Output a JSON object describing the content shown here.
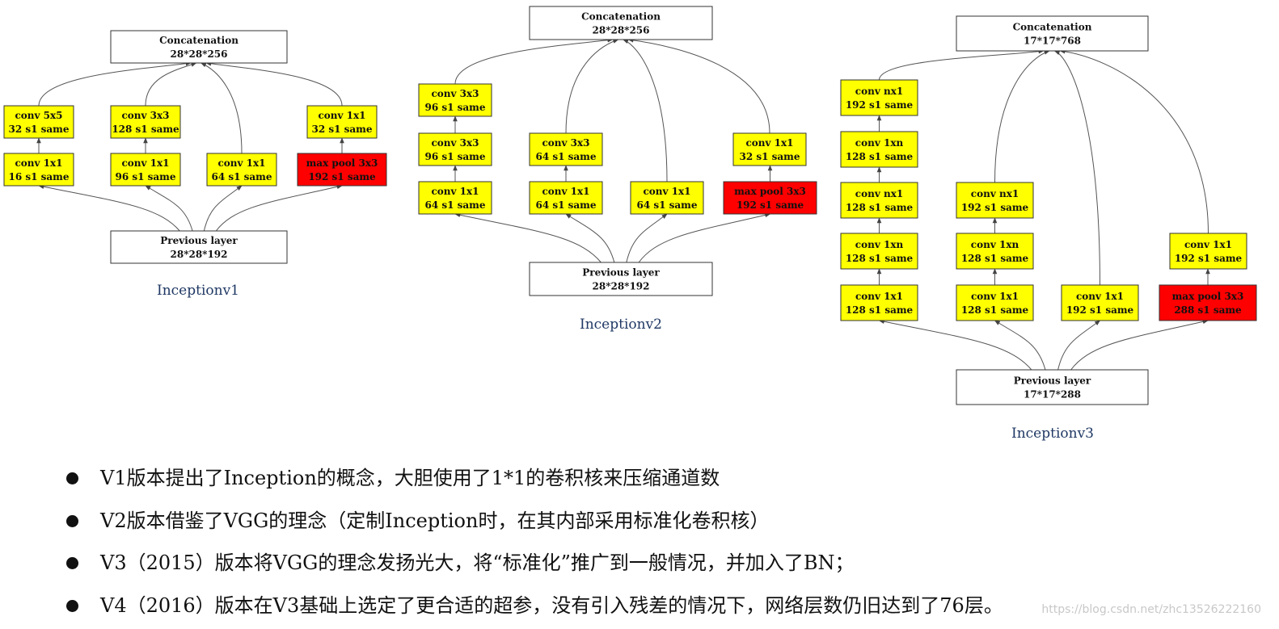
{
  "colors": {
    "conv": "#ffff00",
    "pool": "#ff0000",
    "plain": "#ffffff"
  },
  "diagrams": [
    {
      "id": "v1",
      "caption": "Inceptionv1",
      "boxes": [
        {
          "id": "cat",
          "l1": "Concatenation",
          "l2": "28*28*256",
          "kind": "plain"
        },
        {
          "id": "prev",
          "l1": "Previous layer",
          "l2": "28*28*192",
          "kind": "plain"
        },
        {
          "id": "a1",
          "l1": "conv  1x1",
          "l2": "16 s1 same",
          "kind": "conv"
        },
        {
          "id": "a2",
          "l1": "conv  5x5",
          "l2": "32 s1 same",
          "kind": "conv"
        },
        {
          "id": "b1",
          "l1": "conv  1x1",
          "l2": "96 s1 same",
          "kind": "conv"
        },
        {
          "id": "b2",
          "l1": "conv  3x3",
          "l2": "128 s1 same",
          "kind": "conv"
        },
        {
          "id": "c1",
          "l1": "conv  1x1",
          "l2": "64 s1 same",
          "kind": "conv"
        },
        {
          "id": "d1",
          "l1": "max pool  3x3",
          "l2": "192 s1 same",
          "kind": "pool"
        },
        {
          "id": "d2",
          "l1": "conv  1x1",
          "l2": "32 s1 same",
          "kind": "conv"
        }
      ]
    },
    {
      "id": "v2",
      "caption": "Inceptionv2",
      "boxes": [
        {
          "id": "cat",
          "l1": "Concatenation",
          "l2": "28*28*256",
          "kind": "plain"
        },
        {
          "id": "prev",
          "l1": "Previous layer",
          "l2": "28*28*192",
          "kind": "plain"
        },
        {
          "id": "a1",
          "l1": "conv  1x1",
          "l2": "64 s1 same",
          "kind": "conv"
        },
        {
          "id": "a2",
          "l1": "conv  3x3",
          "l2": "96 s1 same",
          "kind": "conv"
        },
        {
          "id": "a3",
          "l1": "conv  3x3",
          "l2": "96 s1 same",
          "kind": "conv"
        },
        {
          "id": "b1",
          "l1": "conv  1x1",
          "l2": "64 s1 same",
          "kind": "conv"
        },
        {
          "id": "b2",
          "l1": "conv  3x3",
          "l2": "64 s1 same",
          "kind": "conv"
        },
        {
          "id": "c1",
          "l1": "conv  1x1",
          "l2": "64 s1 same",
          "kind": "conv"
        },
        {
          "id": "d1",
          "l1": "max pool  3x3",
          "l2": "192 s1 same",
          "kind": "pool"
        },
        {
          "id": "d2",
          "l1": "conv  1x1",
          "l2": "32 s1 same",
          "kind": "conv"
        }
      ]
    },
    {
      "id": "v3",
      "caption": "Inceptionv3",
      "boxes": [
        {
          "id": "cat",
          "l1": "Concatenation",
          "l2": "17*17*768",
          "kind": "plain"
        },
        {
          "id": "prev",
          "l1": "Previous layer",
          "l2": "17*17*288",
          "kind": "plain"
        },
        {
          "id": "a1",
          "l1": "conv  1x1",
          "l2": "128 s1 same",
          "kind": "conv"
        },
        {
          "id": "a2",
          "l1": "conv  1xn",
          "l2": "128 s1 same",
          "kind": "conv"
        },
        {
          "id": "a3",
          "l1": "conv  nx1",
          "l2": "128 s1 same",
          "kind": "conv"
        },
        {
          "id": "a4",
          "l1": "conv  1xn",
          "l2": "128 s1 same",
          "kind": "conv"
        },
        {
          "id": "a5",
          "l1": "conv  nx1",
          "l2": "192 s1 same",
          "kind": "conv"
        },
        {
          "id": "b1",
          "l1": "conv  1x1",
          "l2": "128 s1 same",
          "kind": "conv"
        },
        {
          "id": "b2",
          "l1": "conv  1xn",
          "l2": "128 s1 same",
          "kind": "conv"
        },
        {
          "id": "b3",
          "l1": "conv  nx1",
          "l2": "192 s1 same",
          "kind": "conv"
        },
        {
          "id": "c1",
          "l1": "conv  1x1",
          "l2": "192 s1 same",
          "kind": "conv"
        },
        {
          "id": "d1",
          "l1": "max pool  3x3",
          "l2": "288 s1 same",
          "kind": "pool"
        },
        {
          "id": "d2",
          "l1": "conv  1x1",
          "l2": "192 s1 same",
          "kind": "conv"
        }
      ]
    }
  ],
  "bullets": [
    "V1版本提出了Inception的概念，大胆使用了1*1的卷积核来压缩通道数",
    "V2版本借鉴了VGG的理念（定制Inception时，在其内部采用标准化卷积核）",
    "V3（2015）版本将VGG的理念发扬光大，将“标准化”推广到一般情况，并加入了BN；",
    "V4（2016）版本在V3基础上选定了更合适的超参，没有引入残差的情况下，网络层数仍旧达到了76层。"
  ],
  "watermark": "https://blog.csdn.net/zhc13526222160"
}
